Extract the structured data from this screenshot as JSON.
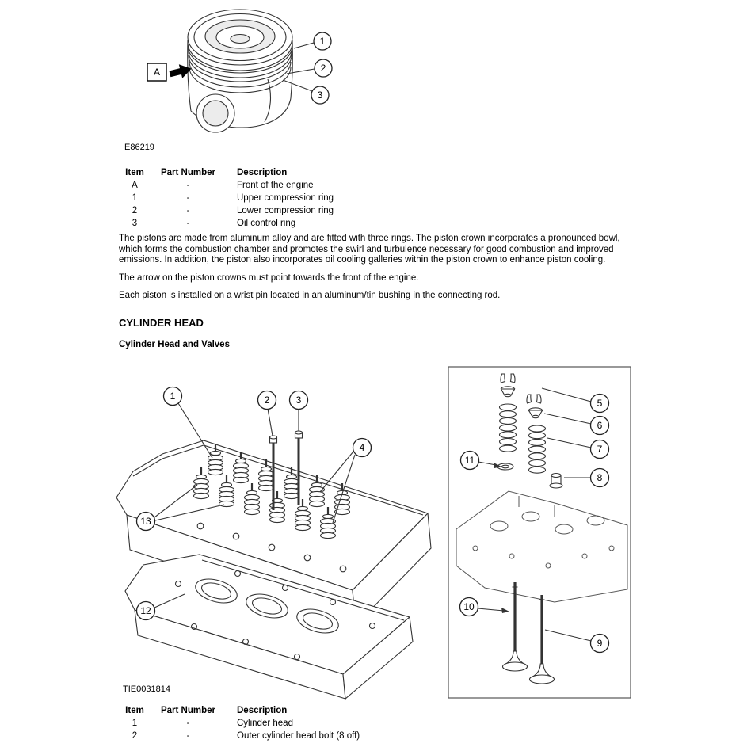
{
  "piston_figure": {
    "figure_code": "E86219",
    "direction_label": "A",
    "callouts": [
      "1",
      "2",
      "3"
    ]
  },
  "piston_table": {
    "headers": [
      "Item",
      "Part Number",
      "Description"
    ],
    "rows": [
      [
        "A",
        "-",
        "Front of the engine"
      ],
      [
        "1",
        "-",
        "Upper compression ring"
      ],
      [
        "2",
        "-",
        "Lower compression ring"
      ],
      [
        "3",
        "-",
        "Oil control ring"
      ]
    ]
  },
  "body_text": {
    "p1": "The pistons are made from aluminum alloy and are fitted with three rings. The piston crown incorporates a pronounced bowl, which forms the combustion chamber and promotes the swirl and turbulence necessary for good combustion and improved emissions. In addition, the piston also incorporates oil cooling galleries within the piston crown to enhance piston cooling.",
    "p2": "The arrow on the piston crowns must point towards the front of the engine.",
    "p3": "Each piston is installed on a wrist pin located in an aluminum/tin bushing in the connecting rod."
  },
  "cylinder_head_section": {
    "heading": "CYLINDER HEAD",
    "subheading": "Cylinder Head and Valves"
  },
  "head_figure": {
    "figure_code": "TIE0031814",
    "callouts": [
      "1",
      "2",
      "3",
      "4",
      "5",
      "6",
      "7",
      "8",
      "9",
      "10",
      "11",
      "12",
      "13"
    ]
  },
  "head_table": {
    "headers": [
      "Item",
      "Part Number",
      "Description"
    ],
    "rows": [
      [
        "1",
        "-",
        "Cylinder head"
      ],
      [
        "2",
        "-",
        "Outer cylinder head bolt (8 off)"
      ]
    ]
  }
}
